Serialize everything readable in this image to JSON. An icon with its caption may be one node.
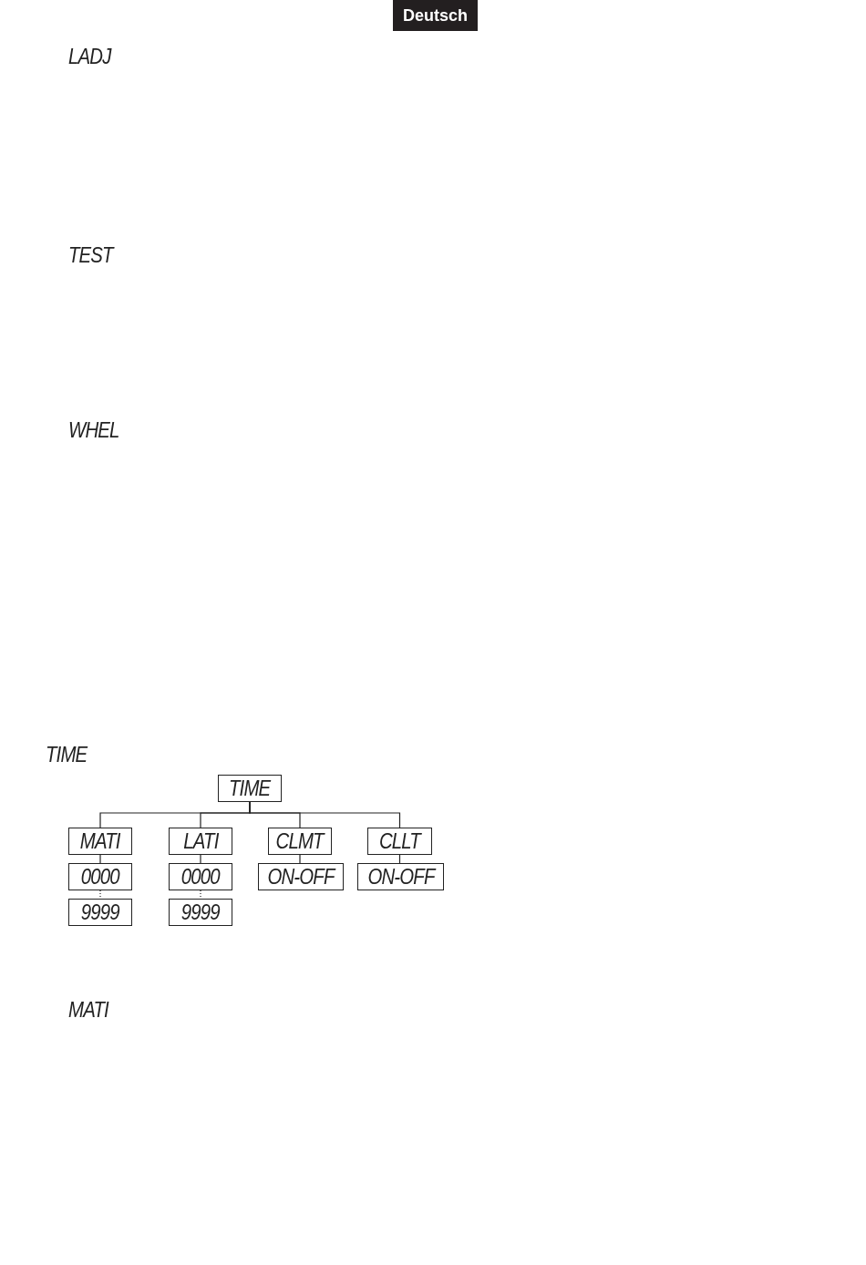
{
  "diagram": {
    "nodes": [
      {
        "text": [
          "TIME"
        ]
      },
      {
        "text": [
          "MATI"
        ]
      },
      {
        "text": [
          "LATI"
        ]
      },
      {
        "text": [
          "CLMT"
        ]
      },
      {
        "text": [
          "CLLT"
        ]
      },
      {
        "text": [
          "0000"
        ]
      },
      {
        "text": [
          "0000"
        ]
      },
      {
        "text": [
          "ON-OFF"
        ]
      },
      {
        "text": [
          "ON-OFF"
        ]
      },
      {
        "text": [
          "9999"
        ]
      },
      {
        "text": [
          "9999"
        ]
      }
    ],
    "edges": [
      {
        "from": 0,
        "to": 1,
        "arrow": "none"
      },
      {
        "from": 0,
        "to": 2,
        "arrow": "none"
      },
      {
        "from": 0,
        "to": 3,
        "arrow": "none"
      },
      {
        "from": 0,
        "to": 4,
        "arrow": "none"
      },
      {
        "from": 1,
        "to": 5,
        "arrow": "none"
      },
      {
        "from": 2,
        "to": 6,
        "arrow": "none"
      },
      {
        "from": 3,
        "to": 7,
        "arrow": "none"
      },
      {
        "from": 4,
        "to": 8,
        "arrow": "none"
      },
      {
        "from": 5,
        "to": 9,
        "arrow": "none",
        "style": "dashed"
      },
      {
        "from": 6,
        "to": 10,
        "arrow": "none",
        "style": "dashed"
      }
    ],
    "labels": [
      "Deutsch",
      "LADJ",
      "TEST",
      "WHEL",
      "TIME",
      "MATI"
    ]
  }
}
